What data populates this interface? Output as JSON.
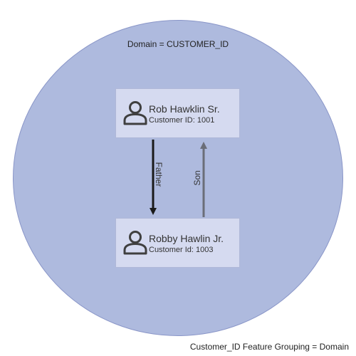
{
  "domain": {
    "title": "Domain = CUSTOMER_ID"
  },
  "nodes": [
    {
      "name": "Rob Hawklin Sr.",
      "customer_id": "Customer ID: 1001",
      "icon": "person-icon"
    },
    {
      "name": "Robby Hawlin Jr.",
      "customer_id": "Customer Id: 1003",
      "icon": "person-icon"
    }
  ],
  "edges": [
    {
      "label": "Father",
      "from": "Rob Hawklin Sr.",
      "to": "Robby Hawlin Jr.",
      "color": "#1a1a1a"
    },
    {
      "label": "Son",
      "from": "Robby Hawlin Jr.",
      "to": "Rob Hawklin Sr.",
      "color": "#6b6e78"
    }
  ],
  "footer": {
    "text": "Customer_ID Feature Grouping = Domain"
  },
  "colors": {
    "domain_fill": "#aebade",
    "node_fill": "#d5daf0",
    "icon": "#3f3f3f"
  }
}
